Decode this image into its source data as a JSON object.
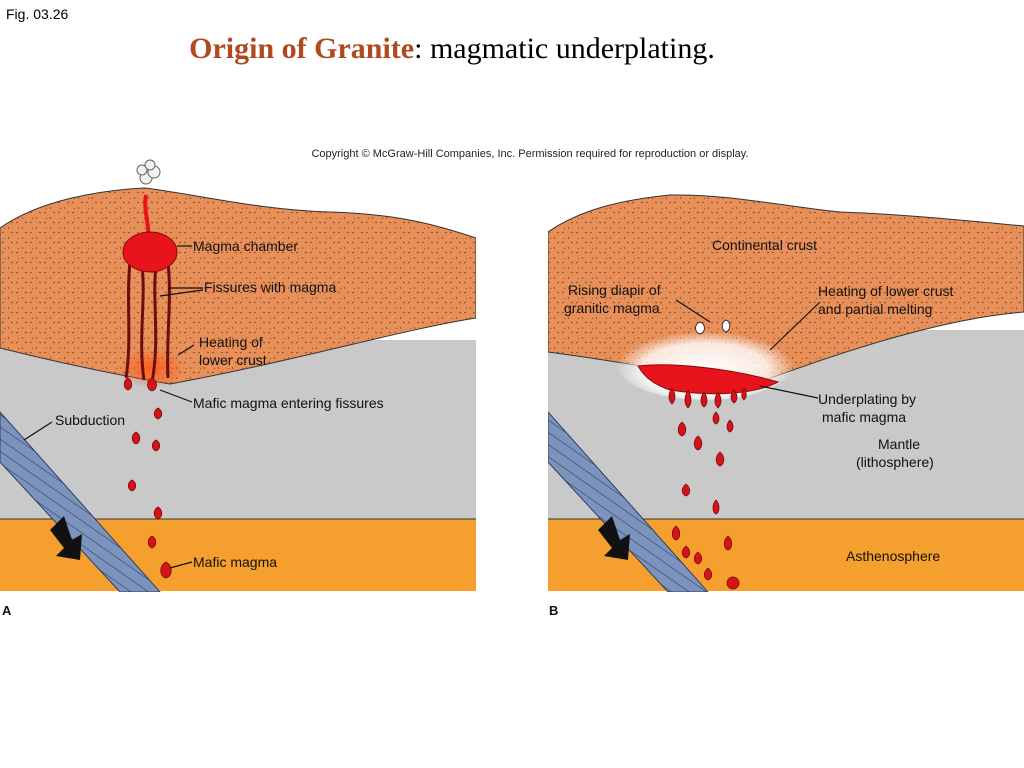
{
  "figure_label": "Fig. 03.26",
  "title": {
    "bold": "Origin of Granite",
    "rest": ": magmatic underplating."
  },
  "copyright": "Copyright © McGraw-Hill Companies, Inc. Permission required for reproduction or display.",
  "colors": {
    "crust": "#e8905a",
    "mantle": "#c9c9c9",
    "asthenosphere": "#f5a02e",
    "magma": "#e8141c",
    "slab": "#7c94bd"
  },
  "panel_a": {
    "letter": "A",
    "labels": {
      "magma_chamber": "Magma chamber",
      "fissures": "Fissures with magma",
      "heating_1": "Heating of",
      "heating_2": "lower crust",
      "mafic_entering": "Mafic magma entering fissures",
      "subduction": "Subduction",
      "mafic_magma": "Mafic magma"
    }
  },
  "panel_b": {
    "letter": "B",
    "labels": {
      "continental_crust": "Continental crust",
      "rising_1": "Rising diapir of",
      "rising_2": "granitic magma",
      "heating_1": "Heating of lower crust",
      "heating_2": "and partial melting",
      "underplating_1": "Underplating by",
      "underplating_2": "mafic magma",
      "mantle_1": "Mantle",
      "mantle_2": "(lithosphere)",
      "asthenosphere": "Asthenosphere"
    }
  }
}
